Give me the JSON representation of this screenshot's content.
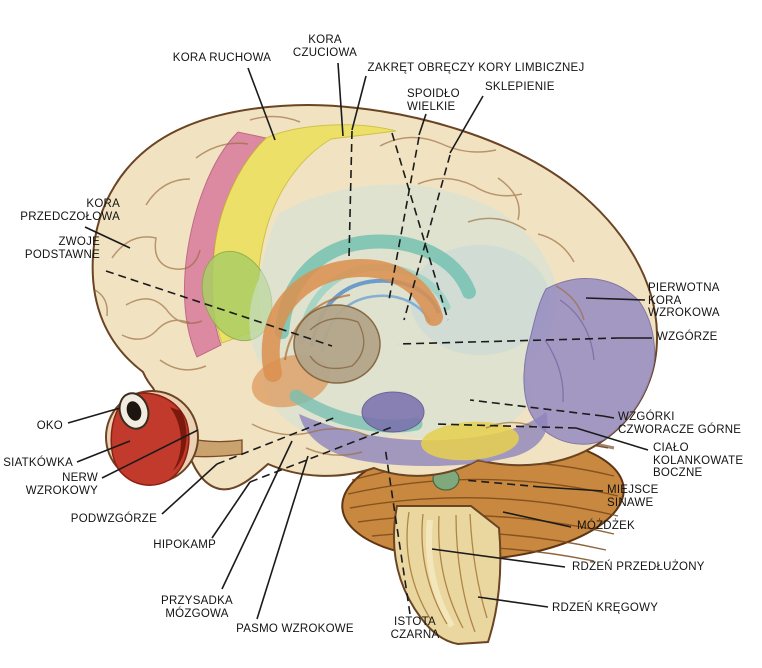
{
  "figure": {
    "kind": "anatomical-diagram",
    "language": "Polish"
  },
  "palette": {
    "background": "#ffffff",
    "cortex_base": "#f1e3c2",
    "outline_brown": "#6b4423",
    "motor_pink": "#d9809e",
    "sensory_yellow": "#ede05a",
    "green_patch": "#accf66",
    "limbic_teal": "#6fbfae",
    "fornix_blue": "#5b8fc9",
    "basal_orange": "#dc8f4d",
    "thalamus_gray": "#b3a58a",
    "occipital_purple": "#968bc1",
    "cerebellum_brown": "#c9883f",
    "brainstem_tan": "#ead79f",
    "locus_green": "#7fa87d",
    "eye_red": "#c23a2b",
    "label_text": "#131313"
  },
  "labels": {
    "kora_ruchowa": "KORA RUCHOWA",
    "kora_czuciowa": "KORA\nCZUCIOWA",
    "zakret_obreczy": "ZAKRĘT OBRĘCZY KORY LIMBICZNEJ",
    "spoidlo_wielkie": "SPOIDŁO\nWIELKIE",
    "sklepienie": "SKLEPIENIE",
    "kora_przedczolowa": "KORA\nPRZEDCZOŁOWA",
    "zwoje_podstawne": "ZWOJE\nPODSTAWNE",
    "oko": "OKO",
    "siatkowka": "SIATKÓWKA",
    "nerw_wzrokowy": "NERW\nWZROKOWY",
    "podwzgorze": "PODWZGÓRZE",
    "hipokamp": "HIPOKAMP",
    "przysadka_mozgowa": "PRZYSADKA\nMÓZGOWA",
    "pasmo_wzrokowe": "PASMO WZROKOWE",
    "istota_czarna": "ISTOTA\nCZARNA",
    "pierwotna_kora_wzrokowa": "PIERWOTNA\nKORA\nWZROKOWA",
    "wzgorze": "WZGÓRZE",
    "wzgorki_czworacze": "WZGÓRKI\nCZWORACZE GÓRNE",
    "cialo_kolankowate": "CIAŁO\nKOLANKOWATE\nBOCZNE",
    "miejsce_sinawe": "MIEJSCE\nSINAWE",
    "mozdzek": "MÓŻDŻEK",
    "rdzen_przedluzony": "RDZEŃ PRZEDŁUŻONY",
    "rdzen_kregowy": "RDZEŃ KRĘGOWY"
  }
}
